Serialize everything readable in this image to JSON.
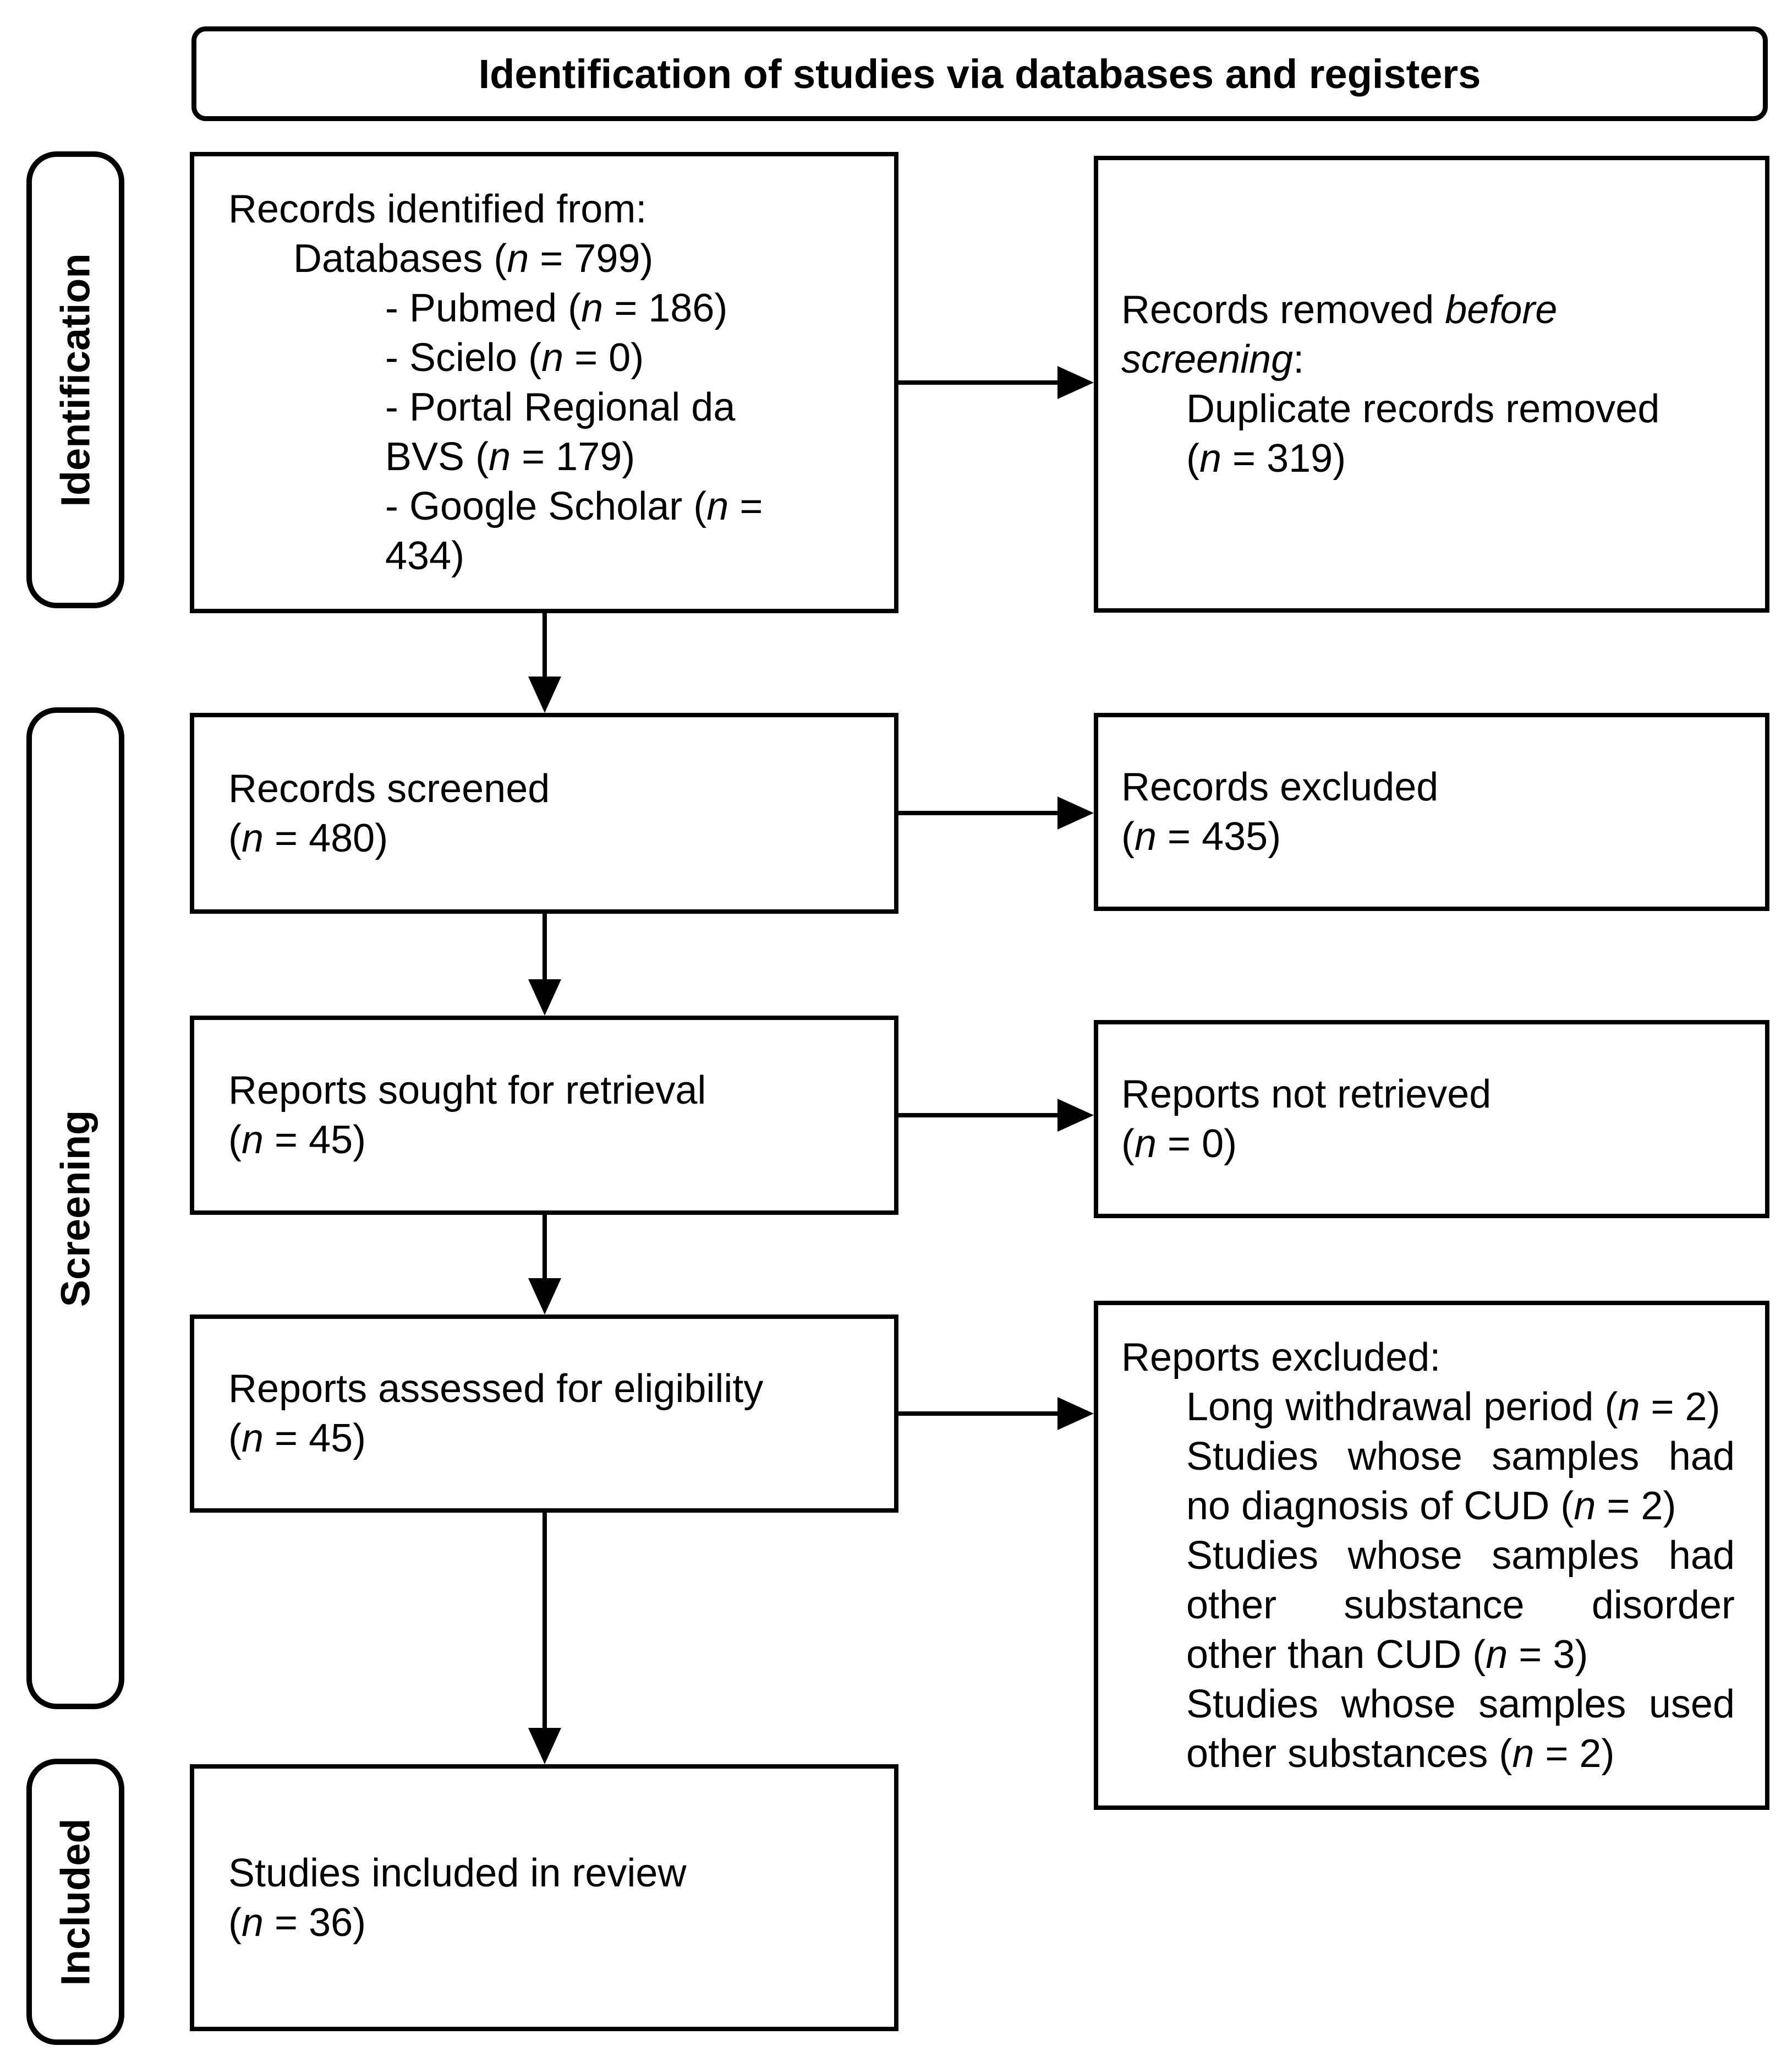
{
  "diagram": {
    "title": "Identification of studies via databases and registers",
    "stages": [
      {
        "label": "Identification"
      },
      {
        "label": "Screening"
      },
      {
        "label": "Included"
      }
    ],
    "boxes": {
      "records_identified": {
        "lines": [
          {
            "ind": 0,
            "seg": [
              [
                "Records identified from:",
                false
              ]
            ]
          },
          {
            "ind": 1,
            "seg": [
              [
                "Databases (",
                false
              ],
              [
                "n",
                true
              ],
              [
                " = 799)",
                false
              ]
            ]
          },
          {
            "ind": 2,
            "seg": [
              [
                "- Pubmed (",
                false
              ],
              [
                "n",
                true
              ],
              [
                " = 186)",
                false
              ]
            ]
          },
          {
            "ind": 2,
            "seg": [
              [
                "- Scielo (",
                false
              ],
              [
                "n",
                true
              ],
              [
                " = 0)",
                false
              ]
            ]
          },
          {
            "ind": 2,
            "seg": [
              [
                "- Portal Regional da",
                false
              ]
            ]
          },
          {
            "ind": 2,
            "seg": [
              [
                "BVS (",
                false
              ],
              [
                "n",
                true
              ],
              [
                " = 179)",
                false
              ]
            ]
          },
          {
            "ind": 2,
            "seg": [
              [
                "- Google Scholar (",
                false
              ],
              [
                "n",
                true
              ],
              [
                " =",
                false
              ]
            ]
          },
          {
            "ind": 2,
            "seg": [
              [
                "434)",
                false
              ]
            ]
          }
        ]
      },
      "records_removed": {
        "lines": [
          {
            "ind": 0,
            "seg": [
              [
                "Records removed ",
                false
              ],
              [
                "before",
                true
              ]
            ]
          },
          {
            "ind": 0,
            "seg": [
              [
                "screening",
                true
              ],
              [
                ":",
                false
              ]
            ]
          },
          {
            "ind": 1,
            "seg": [
              [
                "Duplicate records removed",
                false
              ]
            ]
          },
          {
            "ind": 1,
            "seg": [
              [
                "(",
                false
              ],
              [
                "n",
                true
              ],
              [
                " = 319)",
                false
              ]
            ]
          }
        ]
      },
      "records_screened": {
        "lines": [
          {
            "ind": 0,
            "seg": [
              [
                "Records screened",
                false
              ]
            ]
          },
          {
            "ind": 0,
            "seg": [
              [
                "(",
                false
              ],
              [
                "n",
                true
              ],
              [
                " = 480)",
                false
              ]
            ]
          }
        ]
      },
      "records_excluded": {
        "lines": [
          {
            "ind": 0,
            "seg": [
              [
                "Records excluded",
                false
              ]
            ]
          },
          {
            "ind": 0,
            "seg": [
              [
                "(",
                false
              ],
              [
                "n",
                true
              ],
              [
                " = 435)",
                false
              ]
            ]
          }
        ]
      },
      "reports_sought": {
        "lines": [
          {
            "ind": 0,
            "seg": [
              [
                "Reports sought for retrieval",
                false
              ]
            ]
          },
          {
            "ind": 0,
            "seg": [
              [
                "(",
                false
              ],
              [
                "n",
                true
              ],
              [
                " = 45)",
                false
              ]
            ]
          }
        ]
      },
      "reports_not_retrieved": {
        "lines": [
          {
            "ind": 0,
            "seg": [
              [
                "Reports not retrieved",
                false
              ]
            ]
          },
          {
            "ind": 0,
            "seg": [
              [
                "(",
                false
              ],
              [
                "n",
                true
              ],
              [
                " = 0)",
                false
              ]
            ]
          }
        ]
      },
      "reports_assessed": {
        "lines": [
          {
            "ind": 0,
            "seg": [
              [
                "Reports assessed for eligibility",
                false
              ]
            ]
          },
          {
            "ind": 0,
            "seg": [
              [
                "(",
                false
              ],
              [
                "n",
                true
              ],
              [
                " = 45)",
                false
              ]
            ]
          }
        ]
      },
      "reports_excluded": {
        "lines": [
          {
            "ind": 0,
            "seg": [
              [
                "Reports excluded:",
                false
              ]
            ]
          },
          {
            "ind": 1,
            "seg": [
              [
                "Long withdrawal period (",
                false
              ],
              [
                "n",
                true
              ],
              [
                " = 2)",
                false
              ]
            ]
          },
          {
            "ind": 1,
            "stretch": true,
            "seg": [
              [
                "Studies whose samples had",
                false
              ]
            ]
          },
          {
            "ind": 1,
            "seg": [
              [
                "no diagnosis of CUD (",
                false
              ],
              [
                "n",
                true
              ],
              [
                " = 2)",
                false
              ]
            ]
          },
          {
            "ind": 1,
            "stretch": true,
            "seg": [
              [
                "Studies whose samples had",
                false
              ]
            ]
          },
          {
            "ind": 1,
            "stretch": true,
            "seg": [
              [
                "other substance disorder",
                false
              ]
            ]
          },
          {
            "ind": 1,
            "seg": [
              [
                "other than CUD (",
                false
              ],
              [
                "n",
                true
              ],
              [
                " = 3)",
                false
              ]
            ]
          },
          {
            "ind": 1,
            "stretch": true,
            "seg": [
              [
                "Studies whose samples used",
                false
              ]
            ]
          },
          {
            "ind": 1,
            "seg": [
              [
                "other substances (",
                false
              ],
              [
                "n",
                true
              ],
              [
                " = 2)",
                false
              ]
            ]
          }
        ]
      },
      "studies_included": {
        "lines": [
          {
            "ind": 0,
            "seg": [
              [
                "Studies included in review",
                false
              ]
            ]
          },
          {
            "ind": 0,
            "seg": [
              [
                "(",
                false
              ],
              [
                "n",
                true
              ],
              [
                " = 36)",
                false
              ]
            ]
          }
        ]
      }
    },
    "colors": {
      "line": "#000000",
      "background": "#ffffff",
      "text": "#000000"
    }
  }
}
